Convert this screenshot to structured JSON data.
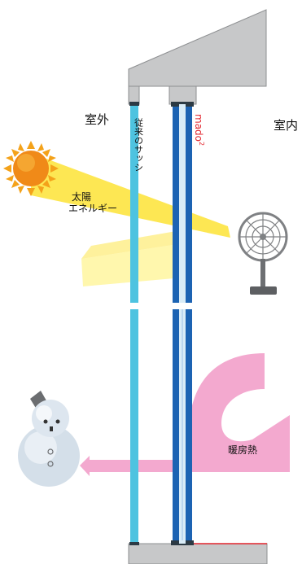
{
  "labels": {
    "outdoor": "室外",
    "indoor": "室内",
    "conventional_sash": "従来のサッシ",
    "mado_brand": "mado",
    "mado_superscript": "2",
    "solar_energy_line1": "太陽",
    "solar_energy_line2": "エネルギー",
    "heating_heat": "暖房熱"
  },
  "colors": {
    "wall_gray": "#c7c8c9",
    "wall_stroke": "#8d8f91",
    "conventional_glass": "#4ec3e0",
    "mado_glass": "#1c63b3",
    "mado_label": "#e2242c",
    "sun_body": "#f08a18",
    "sun_rays": "#f4a21a",
    "solar_beam": "#fde64a",
    "heat_pink": "#f3a9cf",
    "fan_gray": "#7f8184",
    "snowman_body": "#d4dfe9"
  },
  "icons": [
    "sun-icon",
    "fan-icon",
    "snowman-icon"
  ]
}
